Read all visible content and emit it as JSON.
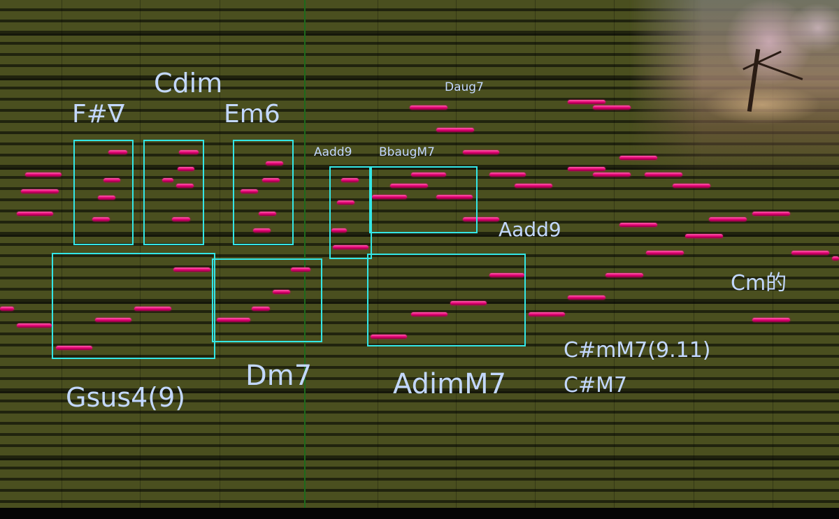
{
  "chord_labels": {
    "f_sharp": "F#∇",
    "cdim": "Cdim",
    "em6": "Em6",
    "aadd9_small": "Aadd9",
    "bbaugm7": "BbaugM7",
    "daug7": "Daug7",
    "aadd9_large": "Aadd9",
    "cm_de": "Cm的",
    "c_sharp_mm7": "C#mM7(9.11)",
    "c_sharp_m7": "C#M7",
    "gsus4": "Gsus4(9)",
    "dm7": "Dm7",
    "adimm7": "AdimM7"
  },
  "colors": {
    "note": "#e0006f",
    "box": "#33e6e6",
    "label": "#c3d8ff",
    "lane_light": "#4a4f1f",
    "lane_dark": "#20230e",
    "playhead": "#1e6b1c"
  }
}
